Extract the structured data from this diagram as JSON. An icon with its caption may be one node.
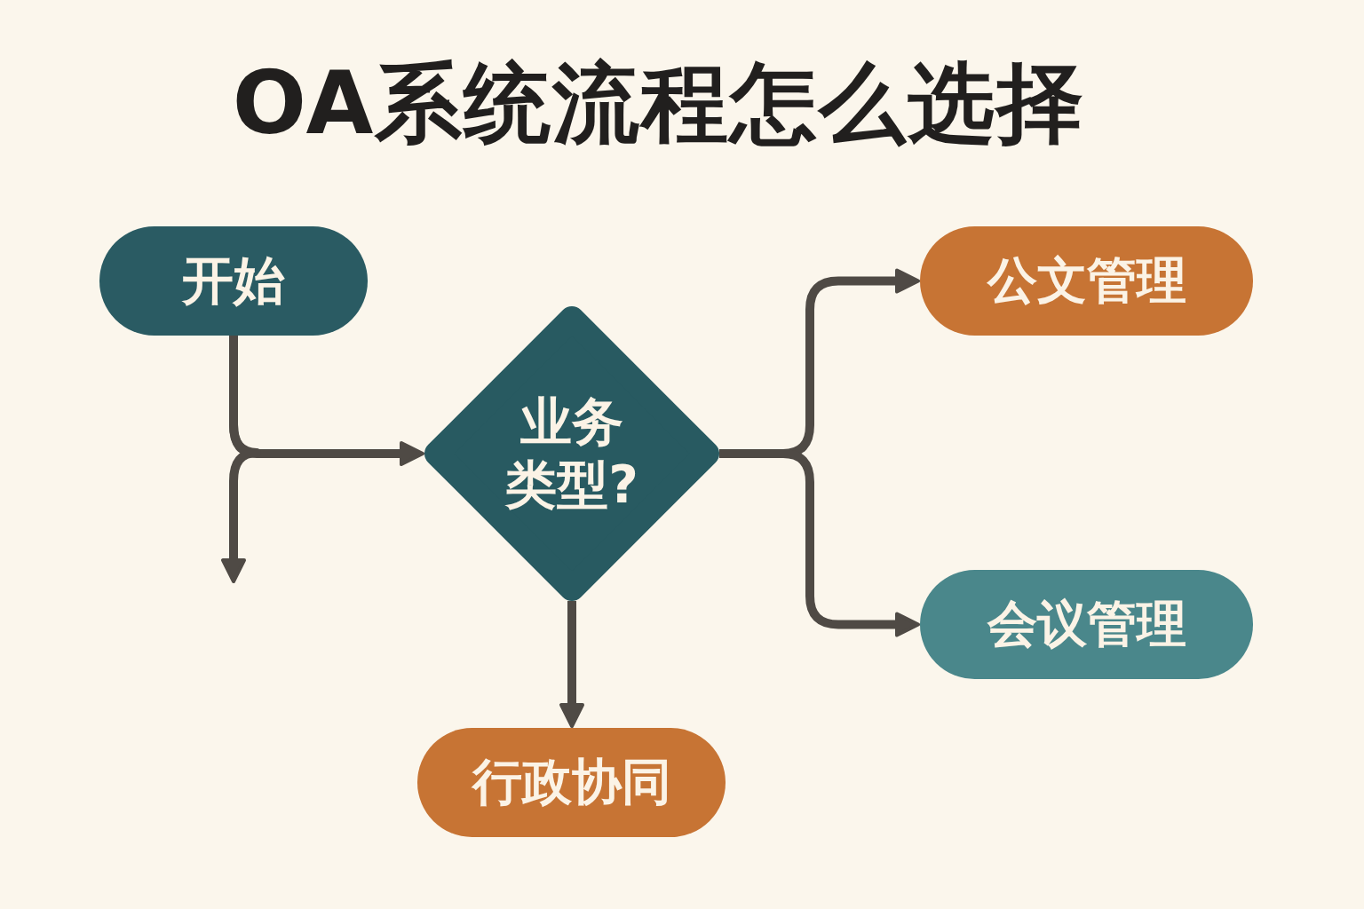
{
  "diagram": {
    "title": "OA系统流程怎么选择",
    "nodes": [
      {
        "text": [
          "开始"
        ]
      },
      {
        "text": [
          "业务类型?"
        ]
      },
      {
        "text": [
          "公文管理"
        ]
      },
      {
        "text": [
          "会议管理"
        ]
      },
      {
        "text": [
          "行政协同"
        ]
      }
    ],
    "edges": [
      {
        "from": 0,
        "to": 1,
        "arrow": "to"
      },
      {
        "from": 0,
        "to": null,
        "arrow": "to"
      },
      {
        "from": 1,
        "to": 2,
        "arrow": "to"
      },
      {
        "from": 1,
        "to": 3,
        "arrow": "to"
      },
      {
        "from": 1,
        "to": 4,
        "arrow": "to"
      }
    ]
  }
}
